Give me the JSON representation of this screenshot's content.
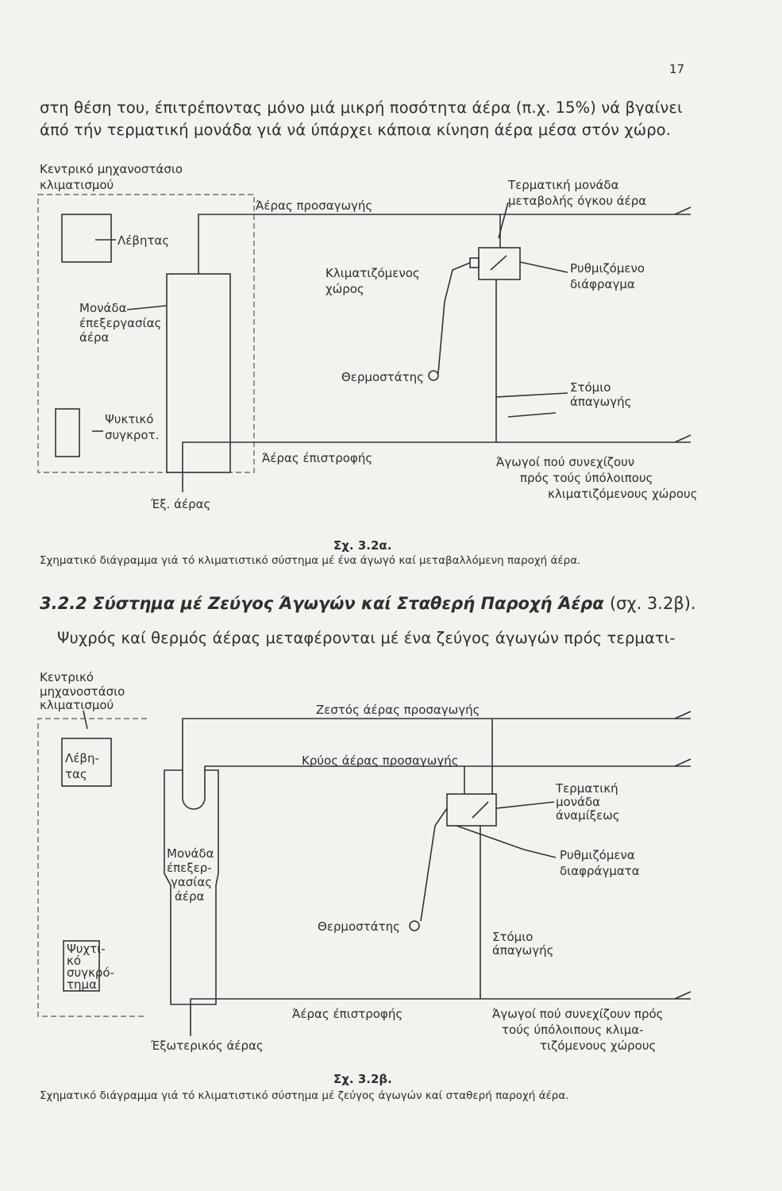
{
  "page_number": "17",
  "paragraph_top": [
    "στη θέση του, έπιτρέποντας μόνο μιά μικρή ποσότητα άέρα (π.χ. 15%) νά βγαίνει",
    "άπό τήν τερματική μονάδα γιά νά ύπάρχει κάποια κίνηση άέρα μέσα στόν χώρο."
  ],
  "figure_a": {
    "labels": {
      "central_1": "Κεντρικό μηχανοστάσιο",
      "central_2": "κλιματισμού",
      "boiler": "Λέβητας",
      "supply": "Άέρας προσαγωγής",
      "terminal_1": "Τερματική μονάδα",
      "terminal_2": "μεταβολής όγκου άέρα",
      "space_1": "Κλιματιζόμενος",
      "space_2": "χώρος",
      "damper_1": "Ρυθμιζόμενο",
      "damper_2": "διάφραγμα",
      "ahu_1": "Μονάδα",
      "ahu_2": "έπεξεργασίας",
      "ahu_3": "άέρα",
      "thermostat": "Θερμοστάτης",
      "exhaust_1": "Στόμιο",
      "exhaust_2": "άπαγωγής",
      "chiller_1": "Ψυκτικό",
      "chiller_2": "συγκροτ.",
      "return": "Άέρας έπιστροφής",
      "outside": "Έξ. άέρας",
      "ducts_1": "Άγωγοί πού συνεχίζουν",
      "ducts_2": "πρός τούς ύπόλοιπους",
      "ducts_3": "κλιματιζόμενους χώρους"
    },
    "number": "Σχ. 3.2α.",
    "caption": "Σχηματικό διάγραμμα γιά τό κλιματιστικό σύστημα μέ ένα άγωγό καί μεταβαλλόμενη παροχή άέρα."
  },
  "section": {
    "title": "3.2.2 Σύστημα μέ Ζεύγος Άγωγών καί Σταθερή Παροχή Άέρα",
    "ref": "(σχ. 3.2β).",
    "first_line": "Ψυχρός καί θερμός άέρας μεταφέρονται μέ ένα ζεύγος άγωγών πρός τερματι-"
  },
  "figure_b": {
    "labels": {
      "central_1": "Κεντρικό",
      "central_2": "μηχανοστάσιο",
      "central_3": "κλιματισμού",
      "boiler_1": "Λέβη-",
      "boiler_2": "τας",
      "hot_supply": "Ζεστός άέρας προσαγωγής",
      "cold_supply": "Κρύος άέρας προσαγωγής",
      "terminal_1": "Τερματική",
      "terminal_2": "μονάδα",
      "terminal_3": "άναμίξεως",
      "dampers_1": "Ρυθμιζόμενα",
      "dampers_2": "διαφράγματα",
      "ahu_1": "Μονάδα",
      "ahu_2": "έπεξερ-",
      "ahu_3": "γασίας",
      "ahu_4": "άέρα",
      "thermostat": "Θερμοστάτης",
      "exhaust_1": "Στόμιο",
      "exhaust_2": "άπαγωγής",
      "chiller_1": "Ψυχτι-",
      "chiller_2": "κό",
      "chiller_3": "συγκρό-",
      "chiller_4": "τημα",
      "return": "Άέρας έπιστροφής",
      "outside": "Έξωτερικός άέρας",
      "ducts_1": "Άγωγοί πού συνεχίζουν πρός",
      "ducts_2": "τούς ύπόλοιπους κλιμα-",
      "ducts_3": "τιζόμενους χώρους"
    },
    "number": "Σχ. 3.2β.",
    "caption": "Σχηματικό διάγραμμα γιά τό κλιματιστικό σύστημα μέ ζεύγος άγωγών καί σταθερή παροχή άέρα."
  }
}
